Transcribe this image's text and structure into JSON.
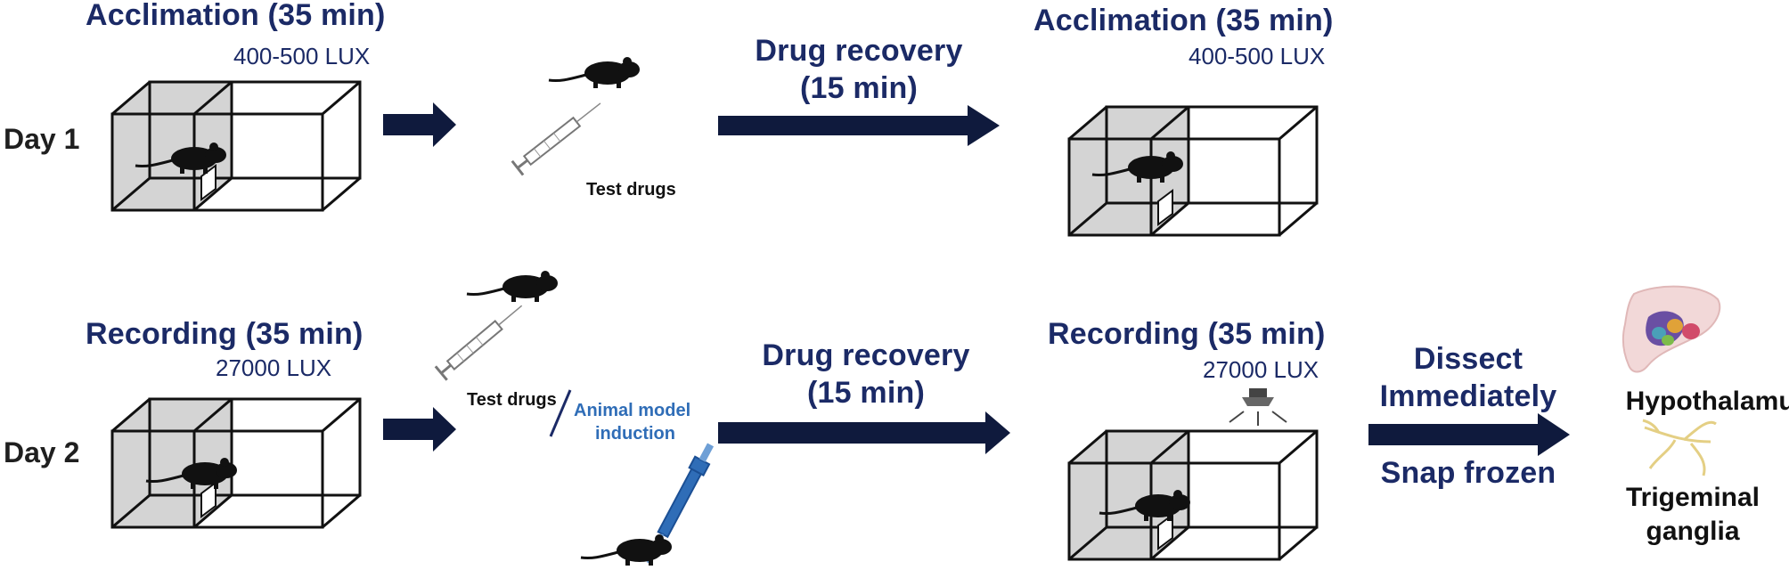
{
  "day1": {
    "label": "Day 1",
    "acclimation_1": {
      "title": "Acclimation (35 min)",
      "lux": "400-500 LUX"
    },
    "test_drugs": "Test drugs",
    "recovery": {
      "line1": "Drug recovery",
      "line2": "(15 min)"
    },
    "acclimation_2": {
      "title": "Acclimation (35 min)",
      "lux": "400-500 LUX"
    }
  },
  "day2": {
    "label": "Day 2",
    "recording_1": {
      "title": "Recording (35 min)",
      "lux": "27000 LUX"
    },
    "test_drugs": "Test drugs",
    "animal_model": {
      "line1": "Animal model",
      "line2": "induction"
    },
    "recovery": {
      "line1": "Drug recovery",
      "line2": "(15 min)"
    },
    "recording_2": {
      "title": "Recording (35 min)",
      "lux": "27000 LUX"
    },
    "dissect": {
      "line1": "Dissect",
      "line2": "Immediately",
      "line3": "Snap frozen"
    },
    "tissues": {
      "hypothalamus": "Hypothalamus",
      "trigeminal_line1": "Trigeminal",
      "trigeminal_line2": "ganglia"
    }
  },
  "colors": {
    "navy": "#1b2a66",
    "arrow": "#0f1a3d",
    "accent_blue": "#2f6db7",
    "box_shade": "#d0d0d0"
  }
}
